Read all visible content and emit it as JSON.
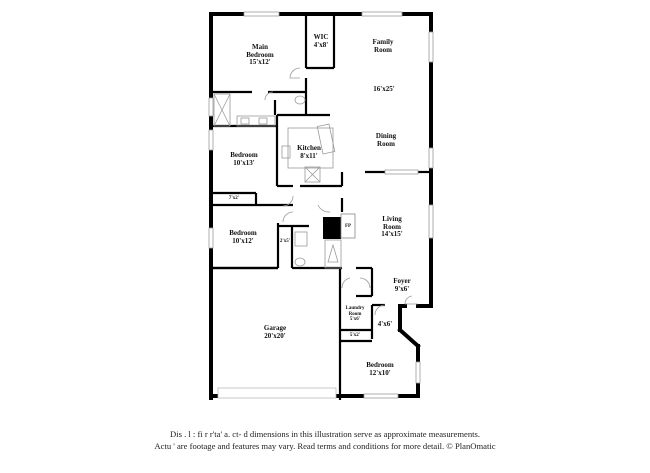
{
  "floorplan": {
    "rooms": [
      {
        "id": "main-bedroom",
        "name": "Main Bedroom",
        "name_lines": [
          "Main",
          "Bedroom"
        ],
        "dimensions": "15'x12'"
      },
      {
        "id": "wic",
        "name": "WIC",
        "name_lines": [
          "WIC"
        ],
        "dimensions": "4'x8'"
      },
      {
        "id": "family-room",
        "name": "Family Room",
        "name_lines": [
          "Family",
          "Room"
        ],
        "dimensions": "16'x25'"
      },
      {
        "id": "dining-room",
        "name": "Dining Room",
        "name_lines": [
          "Dining",
          "Room"
        ],
        "dimensions": ""
      },
      {
        "id": "kitchen",
        "name": "Kitchen",
        "name_lines": [
          "Kitchen"
        ],
        "dimensions": "8'x11'"
      },
      {
        "id": "bedroom-2",
        "name": "Bedroom",
        "name_lines": [
          "Bedroom"
        ],
        "dimensions": "10'x13'"
      },
      {
        "id": "closet-7x2",
        "name": "",
        "name_lines": [],
        "dimensions": "7'x2'"
      },
      {
        "id": "bedroom-3",
        "name": "Bedroom",
        "name_lines": [
          "Bedroom"
        ],
        "dimensions": "10'x12'"
      },
      {
        "id": "closet-2x5",
        "name": "",
        "name_lines": [],
        "dimensions": "2'x5'"
      },
      {
        "id": "fireplace",
        "name": "FP",
        "name_lines": [
          "FP"
        ],
        "dimensions": ""
      },
      {
        "id": "living-room",
        "name": "Living Room",
        "name_lines": [
          "Living",
          "Room"
        ],
        "dimensions": "14'x15'"
      },
      {
        "id": "foyer",
        "name": "Foyer",
        "name_lines": [
          "Foyer"
        ],
        "dimensions": "9'x6'"
      },
      {
        "id": "laundry-room",
        "name": "Laundry Room",
        "name_lines": [
          "Laundry",
          "Room"
        ],
        "dimensions": "5'x6'"
      },
      {
        "id": "hall-4x6",
        "name": "",
        "name_lines": [],
        "dimensions": "4'x6'"
      },
      {
        "id": "closet-5x2",
        "name": "",
        "name_lines": [],
        "dimensions": "5'x2'"
      },
      {
        "id": "garage",
        "name": "Garage",
        "name_lines": [
          "Garage"
        ],
        "dimensions": "20'x20'"
      },
      {
        "id": "bedroom-4",
        "name": "Bedroom",
        "name_lines": [
          "Bedroom"
        ],
        "dimensions": "12'x10'"
      }
    ],
    "colors": {
      "wall": "#000000",
      "window": "#bdbdbd",
      "fixture": "#9a9a9a",
      "background": "#ffffff"
    }
  },
  "disclaimer": {
    "line1": "Dis   .    l   : fi    r r'ta' a.    ct-    d dimensions in this illustration serve as approximate measurements.",
    "line2": "Actu  '   are footage and features may vary. Read terms and conditions for more detail. © PlanOmatic"
  }
}
